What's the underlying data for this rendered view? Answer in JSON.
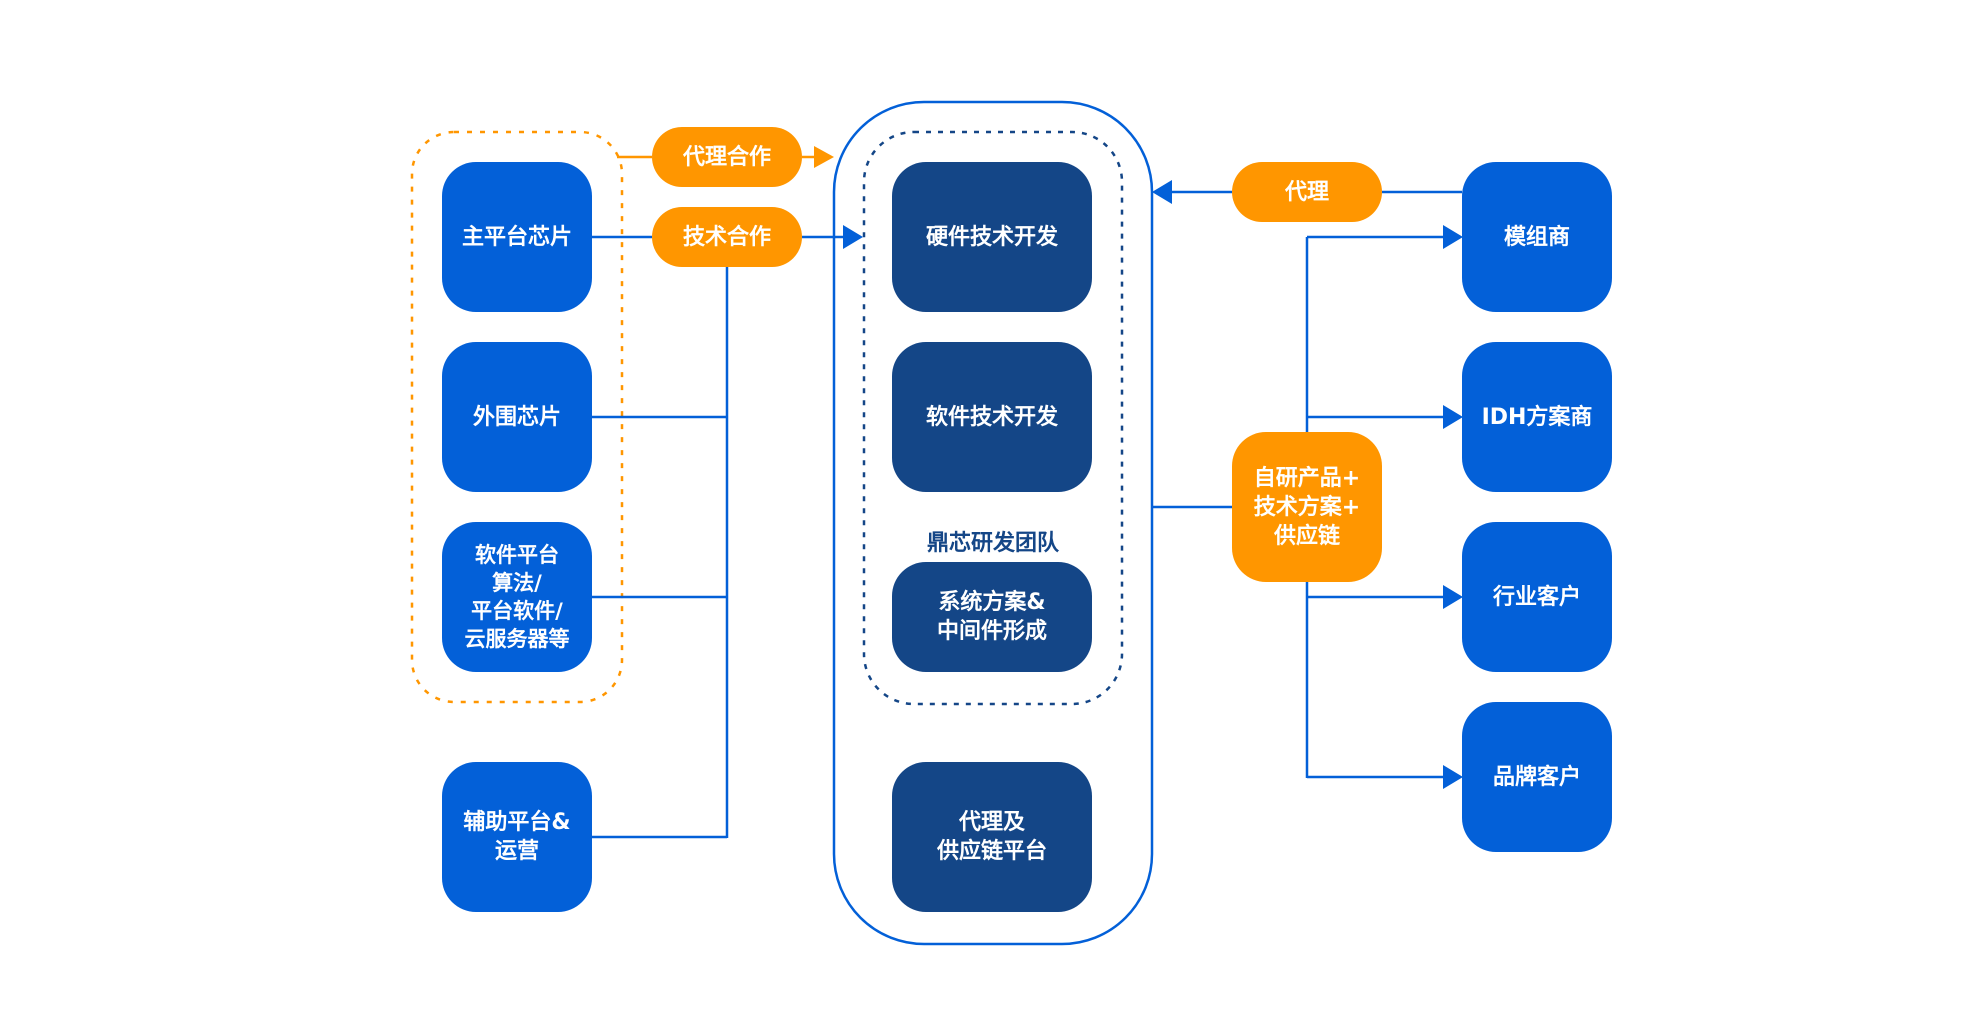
{
  "colors": {
    "primary_blue": "#0360d8",
    "navy": "#144687",
    "orange": "#ff9600",
    "background": "#ffffff"
  },
  "left": {
    "group_items": [
      {
        "id": "main-platform-chip",
        "label": "主平台芯片"
      },
      {
        "id": "peripheral-chip",
        "label": "外围芯片"
      },
      {
        "id": "software-platform",
        "label": "软件平台\n算法/\n平台软件/\n云服务器等"
      }
    ],
    "aux": {
      "id": "aux-platform",
      "label": "辅助平台&\n运营"
    },
    "pills": {
      "agency_coop": "代理合作",
      "tech_coop": "技术合作"
    }
  },
  "center": {
    "team_label": "鼎芯研发团队",
    "team_items": [
      {
        "id": "hardware-dev",
        "label": "硬件技术开发"
      },
      {
        "id": "software-dev",
        "label": "软件技术开发"
      },
      {
        "id": "system-solution",
        "label": "系统方案&\n中间件形成"
      }
    ],
    "platform": {
      "id": "agency-supply-platform",
      "label": "代理及\n供应链平台"
    }
  },
  "right": {
    "agency_pill": "代理",
    "offering": "自研产品+\n技术方案+\n供应链",
    "customers": [
      {
        "id": "module-maker",
        "label": "模组商"
      },
      {
        "id": "idh-solution",
        "label": "IDH方案商"
      },
      {
        "id": "industry-customer",
        "label": "行业客户"
      },
      {
        "id": "brand-customer",
        "label": "品牌客户"
      }
    ]
  }
}
